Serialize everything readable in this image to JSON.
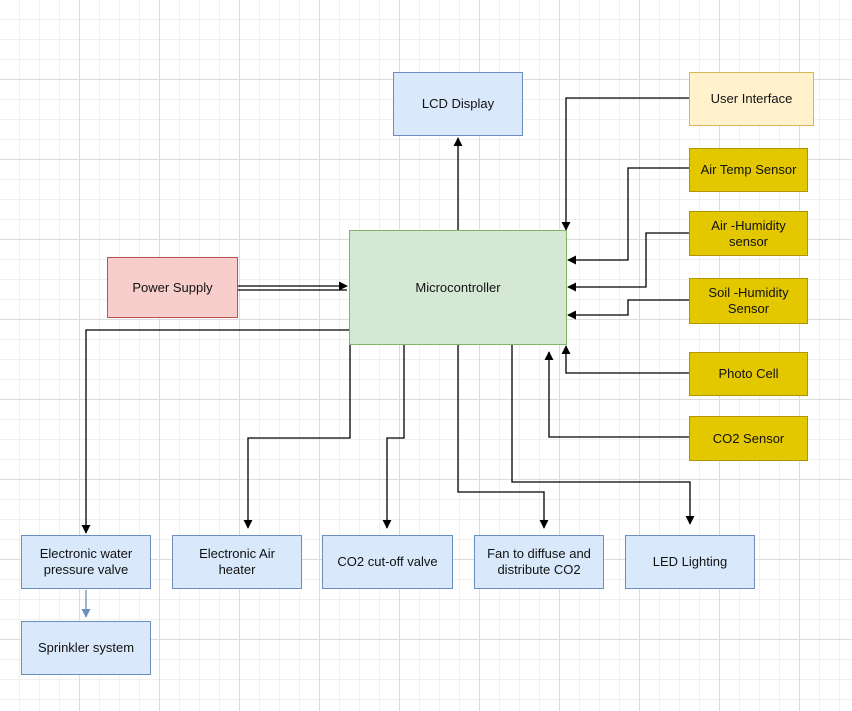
{
  "diagram": {
    "nodes": {
      "lcd_display": "LCD Display",
      "user_interface": "User Interface",
      "air_temp_sensor": "Air Temp Sensor",
      "air_humidity_sensor": "Air -Humidity sensor",
      "soil_humidity_sensor": "Soil -Humidity Sensor",
      "photo_cell": "Photo Cell",
      "co2_sensor": "CO2 Sensor",
      "power_supply": "Power Supply",
      "microcontroller": "Microcontroller",
      "water_valve": "Electronic water pressure valve",
      "air_heater": "Electronic Air heater",
      "co2_valve": "CO2 cut-off valve",
      "fan": "Fan to diffuse and distribute  CO2",
      "led_lighting": "LED Lighting",
      "sprinkler": "Sprinkler system"
    },
    "edges": [
      {
        "from": "microcontroller",
        "to": "lcd_display"
      },
      {
        "from": "user_interface",
        "to": "microcontroller"
      },
      {
        "from": "air_temp_sensor",
        "to": "microcontroller"
      },
      {
        "from": "air_humidity_sensor",
        "to": "microcontroller"
      },
      {
        "from": "soil_humidity_sensor",
        "to": "microcontroller"
      },
      {
        "from": "photo_cell",
        "to": "microcontroller"
      },
      {
        "from": "co2_sensor",
        "to": "microcontroller"
      },
      {
        "from": "power_supply",
        "to": "microcontroller"
      },
      {
        "from": "microcontroller",
        "to": "water_valve"
      },
      {
        "from": "microcontroller",
        "to": "air_heater"
      },
      {
        "from": "microcontroller",
        "to": "co2_valve"
      },
      {
        "from": "microcontroller",
        "to": "fan"
      },
      {
        "from": "microcontroller",
        "to": "led_lighting"
      },
      {
        "from": "water_valve",
        "to": "sprinkler"
      }
    ],
    "colors": {
      "line": "#000000",
      "sprinkler_link": "#6c8ebf"
    }
  }
}
